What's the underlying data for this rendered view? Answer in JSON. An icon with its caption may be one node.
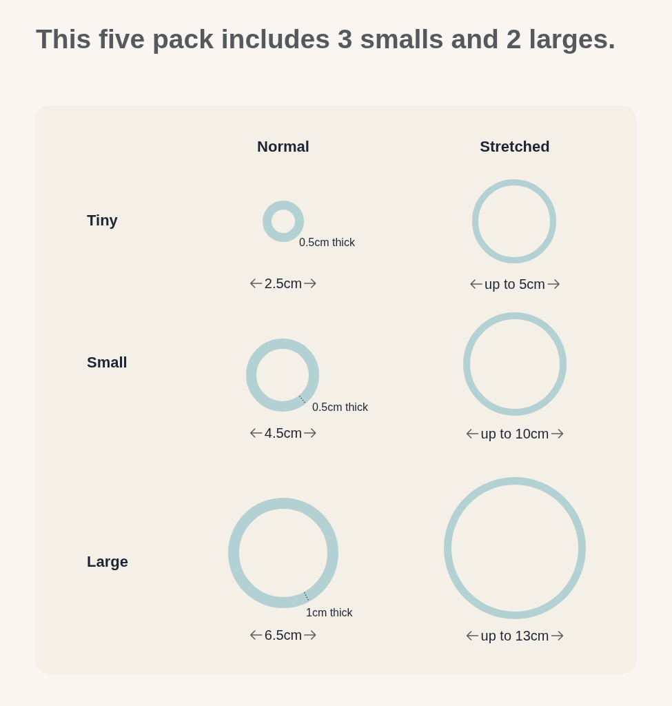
{
  "diagram": {
    "title": "This five pack includes 3 smalls and 2 larges.",
    "labels": [
      "Normal",
      "Stretched",
      "Tiny",
      "0.5cm thick",
      "2.5cm",
      "up to 5cm",
      "Small",
      "0.5cm thick",
      "4.5cm",
      "up to 10cm",
      "Large",
      "1cm thick",
      "6.5cm",
      "up to 13cm"
    ]
  }
}
